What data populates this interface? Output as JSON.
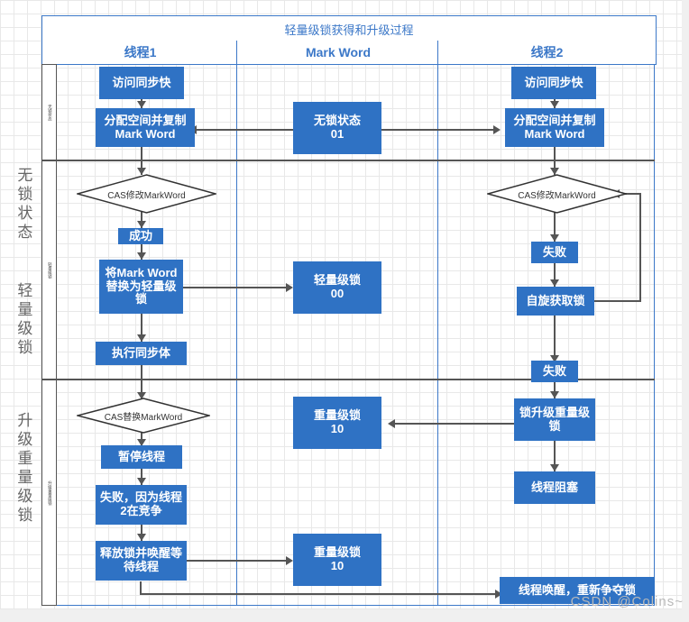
{
  "diagram": {
    "title": "轻量级锁获得和升级过程",
    "columns": [
      {
        "label": "线程1"
      },
      {
        "label": "Mark Word"
      },
      {
        "label": "线程2"
      }
    ],
    "lanes": [
      {
        "label": "无锁状态",
        "band_text": "无锁状态"
      },
      {
        "label": "轻量级锁",
        "band_text": "轻量级锁"
      },
      {
        "label": "升级重量级锁",
        "band_text": "升级重量级锁"
      }
    ],
    "accent_color": "#3c78c8",
    "node_color": "#2f72c4",
    "line_color": "#555555"
  },
  "nodes": {
    "t1_access": "访问同步快",
    "t1_alloc": "分配空间并复制Mark Word",
    "t1_cas": "CAS修改MarkWord",
    "t1_success": "成功",
    "t1_replace": "将Mark Word替换为轻量级锁",
    "t1_execute": "执行同步体",
    "t1_cas2": "CAS替换MarkWord",
    "t1_pause": "暂停线程",
    "t1_fail_reason": "失败，因为线程2在竞争",
    "t1_release": "释放锁并唤醒等待线程",
    "mw_unlocked": "无锁状态\n01",
    "mw_unlocked_line1": "无锁状态",
    "mw_unlocked_line2": "01",
    "mw_light_line1": "轻量级锁",
    "mw_light_line2": "00",
    "mw_heavy1_line1": "重量级锁",
    "mw_heavy1_line2": "10",
    "mw_heavy2_line1": "重量级锁",
    "mw_heavy2_line2": "10",
    "t2_access": "访问同步快",
    "t2_alloc": "分配空间并复制Mark Word",
    "t2_cas": "CAS修改MarkWord",
    "t2_fail1": "失败",
    "t2_spin": "自旋获取锁",
    "t2_fail2": "失败",
    "t2_upgrade": "锁升级重量级锁",
    "t2_block": "线程阻塞",
    "t2_wake": "线程唤醒，重新争夺锁"
  },
  "watermark": "CSDN @Colins~"
}
